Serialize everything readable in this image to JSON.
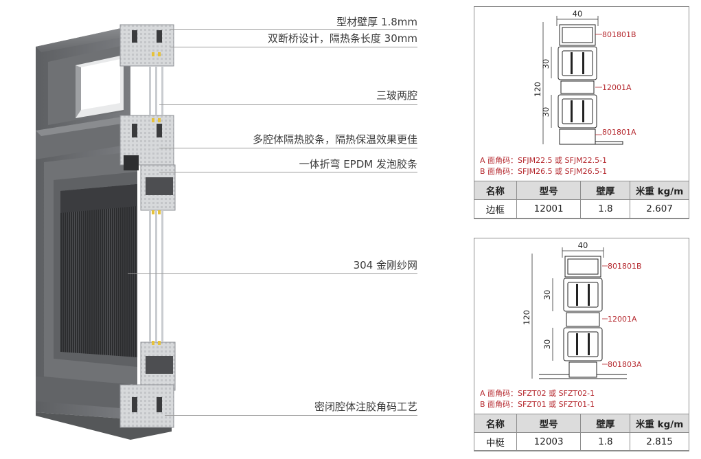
{
  "callouts": [
    "型材壁厚 1.8mm",
    "双断桥设计，隔热条长度 30mm",
    "三玻两腔",
    "多腔体隔热胶条，隔热保温效果更佳",
    "一体折弯 EPDM 发泡胶条",
    "304 金刚纱网",
    "密闭腔体注胶角码工艺"
  ],
  "cards": [
    {
      "dims": {
        "width": "40",
        "height": "120",
        "upper": "30",
        "lower": "30"
      },
      "labels": [
        "801801B",
        "12001A",
        "801801A"
      ],
      "code_a": "A 面角码：SFJM22.5 或 SFJM22.5-1",
      "code_b": "B 面角码：SFJM26.5 或 SFJM26.5-1",
      "headers": [
        "名称",
        "型号",
        "壁厚",
        "米重 kg/m"
      ],
      "row": [
        "边框",
        "12001",
        "1.8",
        "2.607"
      ]
    },
    {
      "dims": {
        "width": "40",
        "height": "120",
        "upper": "30",
        "lower": "30"
      },
      "labels": [
        "801801B",
        "12001A",
        "801803A"
      ],
      "code_a": "A 面角码：SFZT02 或 SFZT02-1",
      "code_b": "B 面角码：SFZT01 或 SFZT01-1",
      "headers": [
        "名称",
        "型号",
        "壁厚",
        "米重 kg/m"
      ],
      "row": [
        "中梃",
        "12003",
        "1.8",
        "2.815"
      ]
    }
  ],
  "colors": {
    "frame": "#6b6d70",
    "accent_red": "#b5282e",
    "table_header": "#dcdcdc"
  }
}
